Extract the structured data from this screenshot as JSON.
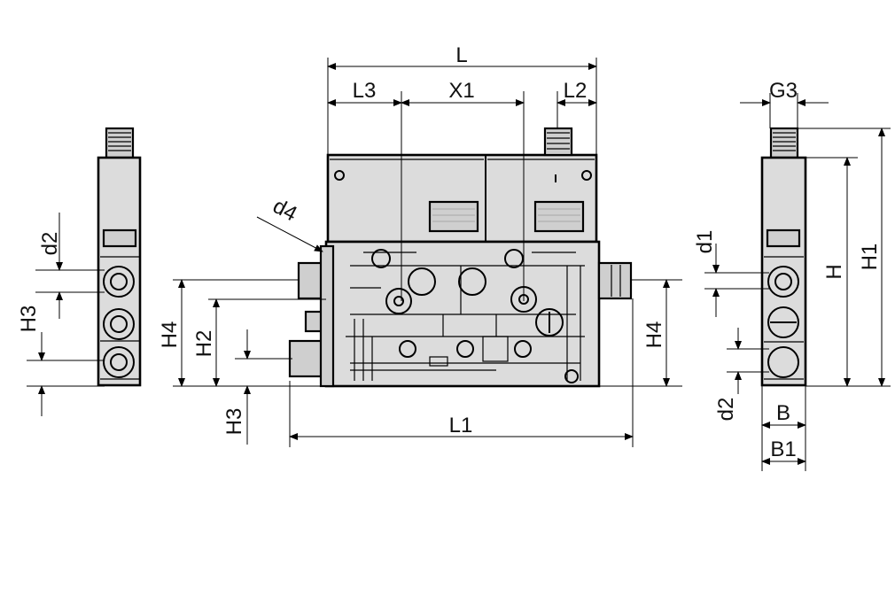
{
  "labels": {
    "L": "L",
    "L3": "L3",
    "X1": "X1",
    "L2": "L2",
    "L1": "L1",
    "d4": "d4",
    "H4": "H4",
    "H2": "H2",
    "H3": "H3",
    "d2": "d2",
    "G3": "G3",
    "H": "H",
    "H1": "H1",
    "d1": "d1",
    "B": "B",
    "B1": "B1"
  }
}
